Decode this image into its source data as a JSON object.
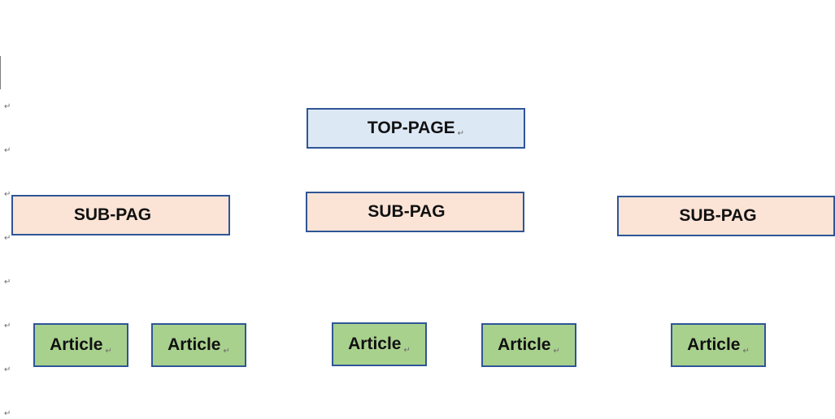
{
  "paragraph_mark": "↵",
  "colors": {
    "border": "#2f5597",
    "top_page_fill": "#dde8f5",
    "sub_page_fill": "#fbe4d6",
    "article_fill": "#a9d18e"
  },
  "top_page": {
    "label": "TOP-PAGE"
  },
  "sub_pages": [
    {
      "label": "SUB-PAG"
    },
    {
      "label": "SUB-PAG"
    },
    {
      "label": "SUB-PAG"
    }
  ],
  "articles": [
    {
      "label": "Article"
    },
    {
      "label": "Article"
    },
    {
      "label": "Article"
    },
    {
      "label": "Article"
    },
    {
      "label": "Article"
    }
  ]
}
